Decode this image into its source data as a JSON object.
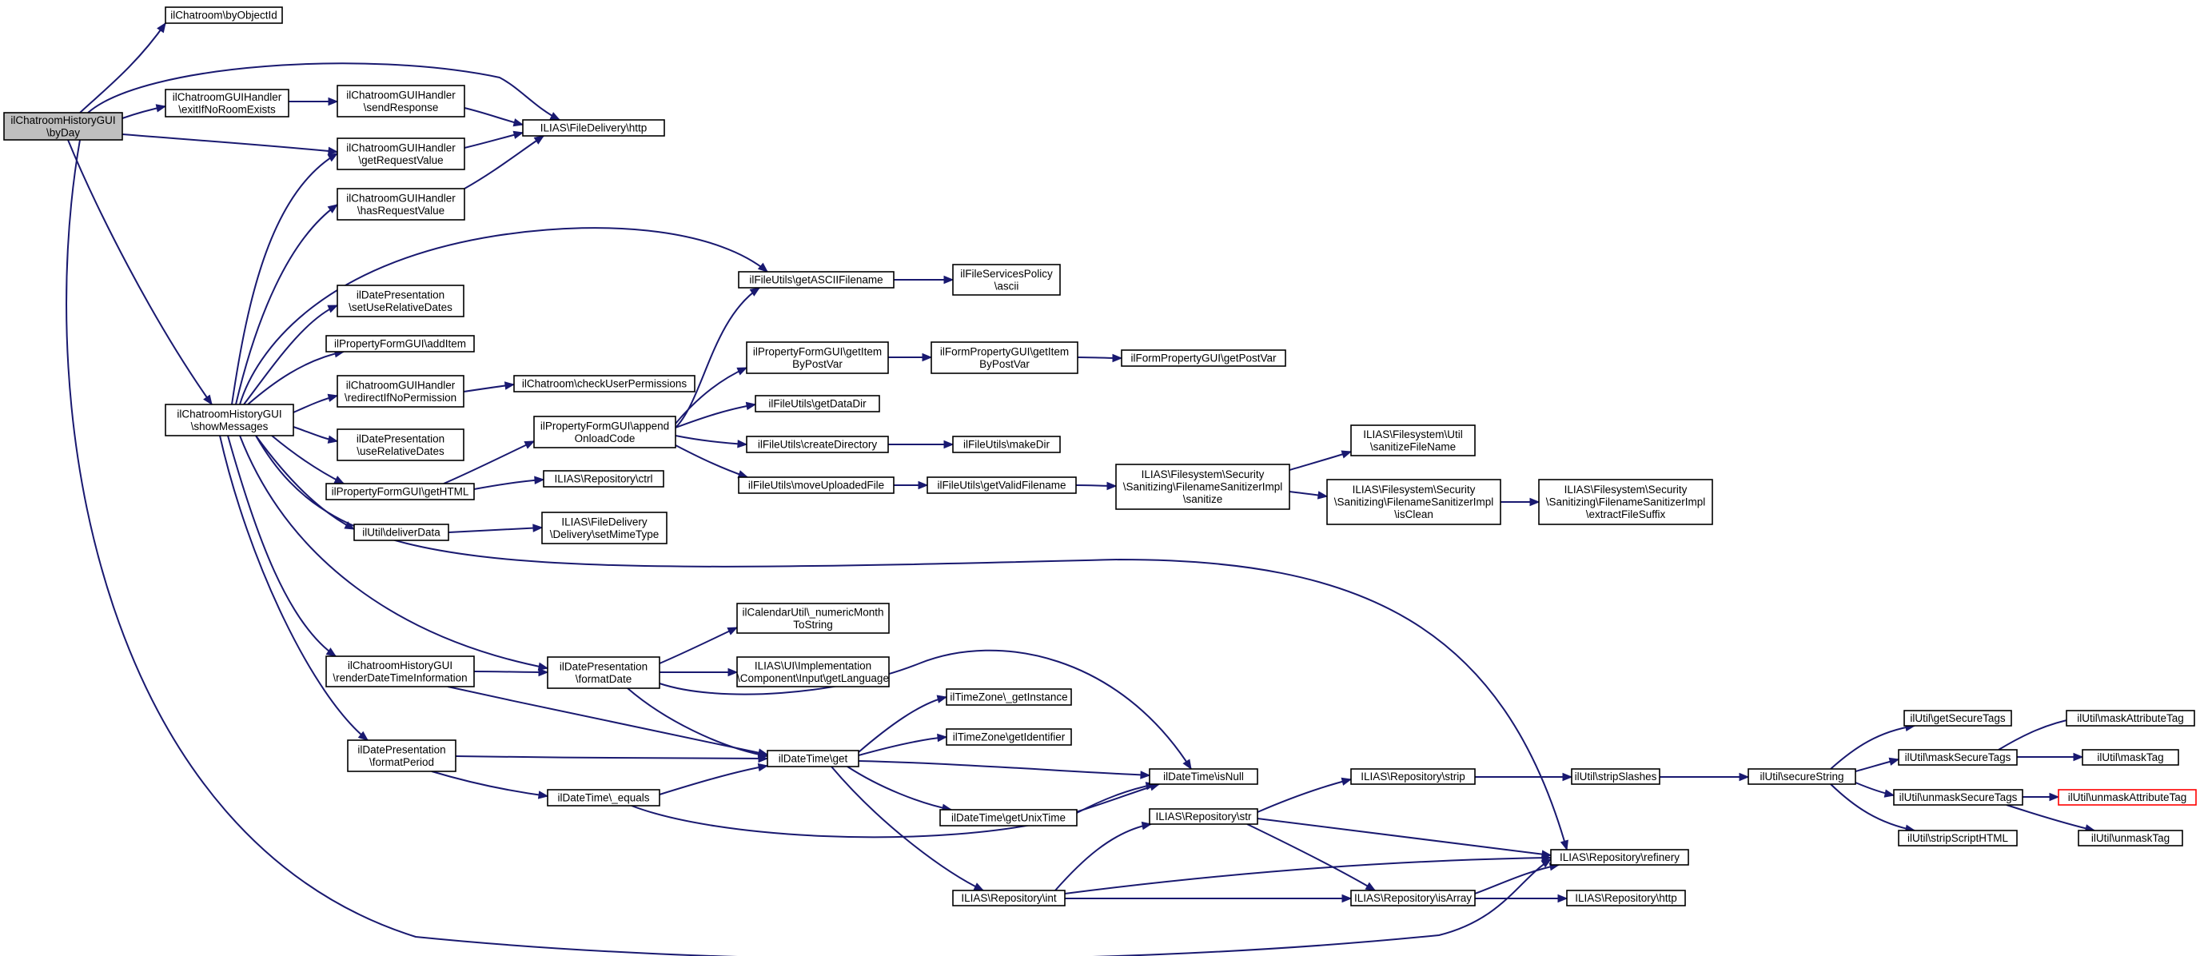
{
  "nodes": {
    "n_root": {
      "lines": [
        "ilChatroomHistoryGUI",
        "\\byDay"
      ]
    },
    "n_byObjectId": {
      "lines": [
        "ilChatroom\\byObjectId"
      ]
    },
    "n_exitIfNoRoomExists": {
      "lines": [
        "ilChatroomGUIHandler",
        "\\exitIfNoRoomExists"
      ]
    },
    "n_sendResponse": {
      "lines": [
        "ilChatroomGUIHandler",
        "\\sendResponse"
      ]
    },
    "n_fileDeliveryHttp": {
      "lines": [
        "ILIAS\\FileDelivery\\http"
      ]
    },
    "n_getRequestValue": {
      "lines": [
        "ilChatroomGUIHandler",
        "\\getRequestValue"
      ]
    },
    "n_hasRequestValue": {
      "lines": [
        "ilChatroomGUIHandler",
        "\\hasRequestValue"
      ]
    },
    "n_getASCIIFilename": {
      "lines": [
        "ilFileUtils\\getASCIIFilename"
      ]
    },
    "n_fileServicesAscii": {
      "lines": [
        "ilFileServicesPolicy",
        "\\ascii"
      ]
    },
    "n_setUseRelativeDates": {
      "lines": [
        "ilDatePresentation",
        "\\setUseRelativeDates"
      ]
    },
    "n_addItem": {
      "lines": [
        "ilPropertyFormGUI\\addItem"
      ]
    },
    "n_getItemByPostVar": {
      "lines": [
        "ilPropertyFormGUI\\getItem",
        "ByPostVar"
      ]
    },
    "n_formPropGetItemByPostVar": {
      "lines": [
        "ilFormPropertyGUI\\getItem",
        "ByPostVar"
      ]
    },
    "n_getPostVar": {
      "lines": [
        "ilFormPropertyGUI\\getPostVar"
      ]
    },
    "n_redirectIfNoPermission": {
      "lines": [
        "ilChatroomGUIHandler",
        "\\redirectIfNoPermission"
      ]
    },
    "n_checkUserPermissions": {
      "lines": [
        "ilChatroom\\checkUserPermissions"
      ]
    },
    "n_showMessages": {
      "lines": [
        "ilChatroomHistoryGUI",
        "\\showMessages"
      ]
    },
    "n_getDataDir": {
      "lines": [
        "ilFileUtils\\getDataDir"
      ]
    },
    "n_appendOnloadCode": {
      "lines": [
        "ilPropertyFormGUI\\append",
        "OnloadCode"
      ]
    },
    "n_createDirectory": {
      "lines": [
        "ilFileUtils\\createDirectory"
      ]
    },
    "n_makeDir": {
      "lines": [
        "ilFileUtils\\makeDir"
      ]
    },
    "n_useRelativeDates": {
      "lines": [
        "ilDatePresentation",
        "\\useRelativeDates"
      ]
    },
    "n_sanitizeFileName": {
      "lines": [
        "ILIAS\\Filesystem\\Util",
        "\\sanitizeFileName"
      ]
    },
    "n_repositoryCtrl": {
      "lines": [
        "ILIAS\\Repository\\ctrl"
      ]
    },
    "n_getHTML": {
      "lines": [
        "ilPropertyFormGUI\\getHTML"
      ]
    },
    "n_moveUploadedFile": {
      "lines": [
        "ilFileUtils\\moveUploadedFile"
      ]
    },
    "n_getValidFilename": {
      "lines": [
        "ilFileUtils\\getValidFilename"
      ]
    },
    "n_sanitizerSanitize": {
      "lines": [
        "ILIAS\\Filesystem\\Security",
        "\\Sanitizing\\FilenameSanitizerImpl",
        "\\sanitize"
      ]
    },
    "n_sanitizerIsClean": {
      "lines": [
        "ILIAS\\Filesystem\\Security",
        "\\Sanitizing\\FilenameSanitizerImpl",
        "\\isClean"
      ]
    },
    "n_extractFileSuffix": {
      "lines": [
        "ILIAS\\Filesystem\\Security",
        "\\Sanitizing\\FilenameSanitizerImpl",
        "\\extractFileSuffix"
      ]
    },
    "n_deliverData": {
      "lines": [
        "ilUtil\\deliverData"
      ]
    },
    "n_setMimeType": {
      "lines": [
        "ILIAS\\FileDelivery",
        "\\Delivery\\setMimeType"
      ]
    },
    "n_numericMonthToString": {
      "lines": [
        "ilCalendarUtil\\_numericMonth",
        "ToString"
      ]
    },
    "n_renderDateTimeInformation": {
      "lines": [
        "ilChatroomHistoryGUI",
        "\\renderDateTimeInformation"
      ]
    },
    "n_formatDate": {
      "lines": [
        "ilDatePresentation",
        "\\formatDate"
      ]
    },
    "n_getLanguage": {
      "lines": [
        "ILIAS\\UI\\Implementation",
        "\\Component\\Input\\getLanguage"
      ]
    },
    "n_getInstance": {
      "lines": [
        "ilTimeZone\\_getInstance"
      ]
    },
    "n_getSecureTags": {
      "lines": [
        "ilUtil\\getSecureTags"
      ]
    },
    "n_maskAttributeTag": {
      "lines": [
        "ilUtil\\maskAttributeTag"
      ]
    },
    "n_getIdentifier": {
      "lines": [
        "ilTimeZone\\getIdentifier"
      ]
    },
    "n_maskSecureTags": {
      "lines": [
        "ilUtil\\maskSecureTags"
      ]
    },
    "n_maskTag": {
      "lines": [
        "ilUtil\\maskTag"
      ]
    },
    "n_formatPeriod": {
      "lines": [
        "ilDatePresentation",
        "\\formatPeriod"
      ]
    },
    "n_dateTimeGet": {
      "lines": [
        "ilDateTime\\get"
      ]
    },
    "n_isNull": {
      "lines": [
        "ilDateTime\\isNull"
      ]
    },
    "n_repositoryStrip": {
      "lines": [
        "ILIAS\\Repository\\strip"
      ]
    },
    "n_stripSlashes": {
      "lines": [
        "ilUtil\\stripSlashes"
      ]
    },
    "n_secureString": {
      "lines": [
        "ilUtil\\secureString"
      ]
    },
    "n_equals": {
      "lines": [
        "ilDateTime\\_equals"
      ]
    },
    "n_unmaskSecureTags": {
      "lines": [
        "ilUtil\\unmaskSecureTags"
      ]
    },
    "n_unmaskAttributeTag": {
      "lines": [
        "ilUtil\\unmaskAttributeTag"
      ]
    },
    "n_getUnixTime": {
      "lines": [
        "ilDateTime\\getUnixTime"
      ]
    },
    "n_repositoryStr": {
      "lines": [
        "ILIAS\\Repository\\str"
      ]
    },
    "n_stripScriptHTML": {
      "lines": [
        "ilUtil\\stripScriptHTML"
      ]
    },
    "n_unmaskTag": {
      "lines": [
        "ilUtil\\unmaskTag"
      ]
    },
    "n_refinery": {
      "lines": [
        "ILIAS\\Repository\\refinery"
      ]
    },
    "n_repositoryInt": {
      "lines": [
        "ILIAS\\Repository\\int"
      ]
    },
    "n_isArray": {
      "lines": [
        "ILIAS\\Repository\\isArray"
      ]
    },
    "n_repositoryHttp": {
      "lines": [
        "ILIAS\\Repository\\http"
      ]
    }
  },
  "edges": [
    {
      "from": "n_root",
      "to": "n_byObjectId"
    },
    {
      "from": "n_root",
      "to": "n_fileDeliveryHttp"
    },
    {
      "from": "n_root",
      "to": "n_exitIfNoRoomExists"
    },
    {
      "from": "n_root",
      "to": "n_getRequestValue"
    },
    {
      "from": "n_root",
      "to": "n_showMessages"
    },
    {
      "from": "n_root",
      "to": "n_refinery"
    },
    {
      "from": "n_exitIfNoRoomExists",
      "to": "n_sendResponse"
    },
    {
      "from": "n_sendResponse",
      "to": "n_fileDeliveryHttp"
    },
    {
      "from": "n_getRequestValue",
      "to": "n_fileDeliveryHttp"
    },
    {
      "from": "n_hasRequestValue",
      "to": "n_fileDeliveryHttp"
    },
    {
      "from": "n_showMessages",
      "to": "n_getRequestValue"
    },
    {
      "from": "n_showMessages",
      "to": "n_hasRequestValue"
    },
    {
      "from": "n_showMessages",
      "to": "n_getASCIIFilename"
    },
    {
      "from": "n_showMessages",
      "to": "n_setUseRelativeDates"
    },
    {
      "from": "n_showMessages",
      "to": "n_addItem"
    },
    {
      "from": "n_showMessages",
      "to": "n_redirectIfNoPermission"
    },
    {
      "from": "n_showMessages",
      "to": "n_useRelativeDates"
    },
    {
      "from": "n_showMessages",
      "to": "n_getHTML"
    },
    {
      "from": "n_showMessages",
      "to": "n_deliverData"
    },
    {
      "from": "n_showMessages",
      "to": "n_renderDateTimeInformation"
    },
    {
      "from": "n_showMessages",
      "to": "n_formatDate"
    },
    {
      "from": "n_showMessages",
      "to": "n_formatPeriod"
    },
    {
      "from": "n_showMessages",
      "to": "n_refinery"
    },
    {
      "from": "n_getASCIIFilename",
      "to": "n_fileServicesAscii"
    },
    {
      "from": "n_redirectIfNoPermission",
      "to": "n_checkUserPermissions"
    },
    {
      "from": "n_getItemByPostVar",
      "to": "n_formPropGetItemByPostVar"
    },
    {
      "from": "n_formPropGetItemByPostVar",
      "to": "n_getPostVar"
    },
    {
      "from": "n_getHTML",
      "to": "n_appendOnloadCode"
    },
    {
      "from": "n_getHTML",
      "to": "n_repositoryCtrl"
    },
    {
      "from": "n_appendOnloadCode",
      "to": "n_getASCIIFilename"
    },
    {
      "from": "n_appendOnloadCode",
      "to": "n_getItemByPostVar"
    },
    {
      "from": "n_appendOnloadCode",
      "to": "n_getDataDir"
    },
    {
      "from": "n_appendOnloadCode",
      "to": "n_createDirectory"
    },
    {
      "from": "n_appendOnloadCode",
      "to": "n_moveUploadedFile"
    },
    {
      "from": "n_createDirectory",
      "to": "n_makeDir"
    },
    {
      "from": "n_moveUploadedFile",
      "to": "n_getValidFilename"
    },
    {
      "from": "n_getValidFilename",
      "to": "n_sanitizerSanitize"
    },
    {
      "from": "n_sanitizerSanitize",
      "to": "n_sanitizeFileName"
    },
    {
      "from": "n_sanitizerSanitize",
      "to": "n_sanitizerIsClean"
    },
    {
      "from": "n_sanitizerIsClean",
      "to": "n_extractFileSuffix"
    },
    {
      "from": "n_deliverData",
      "to": "n_setMimeType"
    },
    {
      "from": "n_renderDateTimeInformation",
      "to": "n_formatDate"
    },
    {
      "from": "n_renderDateTimeInformation",
      "to": "n_dateTimeGet"
    },
    {
      "from": "n_formatDate",
      "to": "n_numericMonthToString"
    },
    {
      "from": "n_formatDate",
      "to": "n_getLanguage"
    },
    {
      "from": "n_formatDate",
      "to": "n_isNull"
    },
    {
      "from": "n_formatDate",
      "to": "n_dateTimeGet"
    },
    {
      "from": "n_formatPeriod",
      "to": "n_dateTimeGet"
    },
    {
      "from": "n_formatPeriod",
      "to": "n_equals"
    },
    {
      "from": "n_equals",
      "to": "n_dateTimeGet"
    },
    {
      "from": "n_equals",
      "to": "n_isNull"
    },
    {
      "from": "n_dateTimeGet",
      "to": "n_getInstance"
    },
    {
      "from": "n_dateTimeGet",
      "to": "n_getIdentifier"
    },
    {
      "from": "n_dateTimeGet",
      "to": "n_isNull"
    },
    {
      "from": "n_dateTimeGet",
      "to": "n_getUnixTime"
    },
    {
      "from": "n_dateTimeGet",
      "to": "n_repositoryInt"
    },
    {
      "from": "n_getUnixTime",
      "to": "n_isNull"
    },
    {
      "from": "n_repositoryInt",
      "to": "n_repositoryStr"
    },
    {
      "from": "n_repositoryInt",
      "to": "n_refinery"
    },
    {
      "from": "n_repositoryInt",
      "to": "n_isArray"
    },
    {
      "from": "n_repositoryStr",
      "to": "n_repositoryStrip"
    },
    {
      "from": "n_repositoryStr",
      "to": "n_refinery"
    },
    {
      "from": "n_repositoryStr",
      "to": "n_isArray"
    },
    {
      "from": "n_repositoryStrip",
      "to": "n_stripSlashes"
    },
    {
      "from": "n_stripSlashes",
      "to": "n_secureString"
    },
    {
      "from": "n_isArray",
      "to": "n_refinery"
    },
    {
      "from": "n_isArray",
      "to": "n_repositoryHttp"
    },
    {
      "from": "n_secureString",
      "to": "n_getSecureTags"
    },
    {
      "from": "n_secureString",
      "to": "n_maskSecureTags"
    },
    {
      "from": "n_secureString",
      "to": "n_unmaskSecureTags"
    },
    {
      "from": "n_secureString",
      "to": "n_stripScriptHTML"
    },
    {
      "from": "n_maskSecureTags",
      "to": "n_maskAttributeTag"
    },
    {
      "from": "n_maskSecureTags",
      "to": "n_maskTag"
    },
    {
      "from": "n_unmaskSecureTags",
      "to": "n_unmaskAttributeTag"
    },
    {
      "from": "n_unmaskSecureTags",
      "to": "n_unmaskTag"
    }
  ],
  "colors": {
    "edge": "#191970",
    "node_border": "#000000",
    "root_fill": "#bfbfbf",
    "truncated_border": "#ff0000"
  }
}
